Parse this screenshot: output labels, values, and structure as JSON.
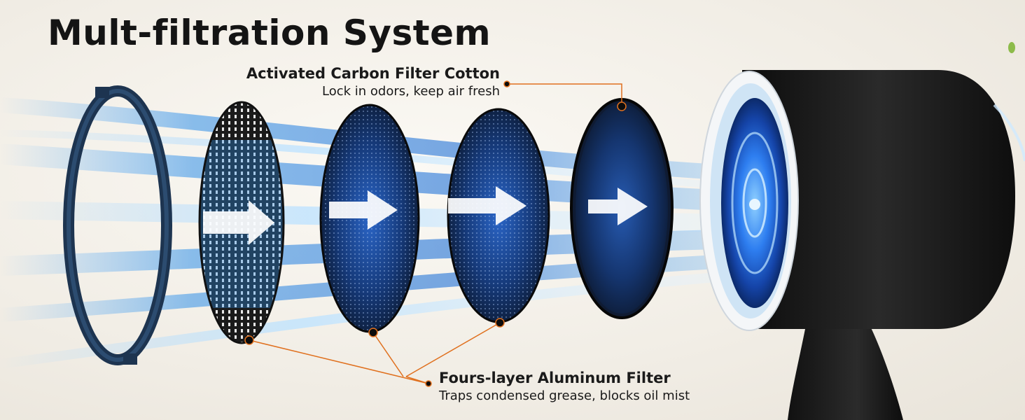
{
  "title": "Mult-filtration System",
  "callouts": {
    "carbon": {
      "heading": "Activated Carbon Filter Cotton",
      "description": "Lock in odors, keep air fresh"
    },
    "aluminum": {
      "heading": "Fours-layer Aluminum Filter",
      "description": "Traps condensed grease, blocks oil mist"
    }
  },
  "colors": {
    "accent_line": "#e0701e",
    "airflow": "#2f8fe8",
    "device_body": "#151515"
  },
  "icons": [
    "frame-ring-icon",
    "arrow-right-icon",
    "fan-hood-icon"
  ]
}
